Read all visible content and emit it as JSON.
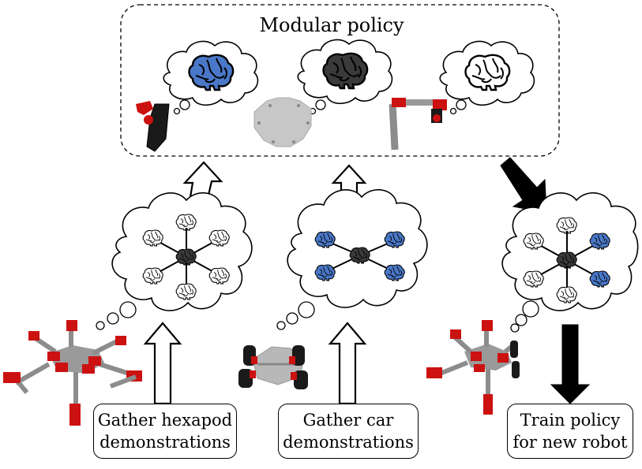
{
  "title": "Modular policy",
  "captions": {
    "hexapod_line1": "Gather hexapod",
    "hexapod_line2": "demonstrations",
    "car_line1": "Gather car",
    "car_line2": "demonstrations",
    "train_line1": "Train policy",
    "train_line2": "for new robot"
  },
  "colors": {
    "brain_blue": "#4a78c8",
    "brain_dark": "#3a3a3a",
    "brain_white": "#ffffff",
    "robot_red": "#cc1111",
    "robot_gray": "#9a9a9a",
    "outline": "#000000"
  }
}
